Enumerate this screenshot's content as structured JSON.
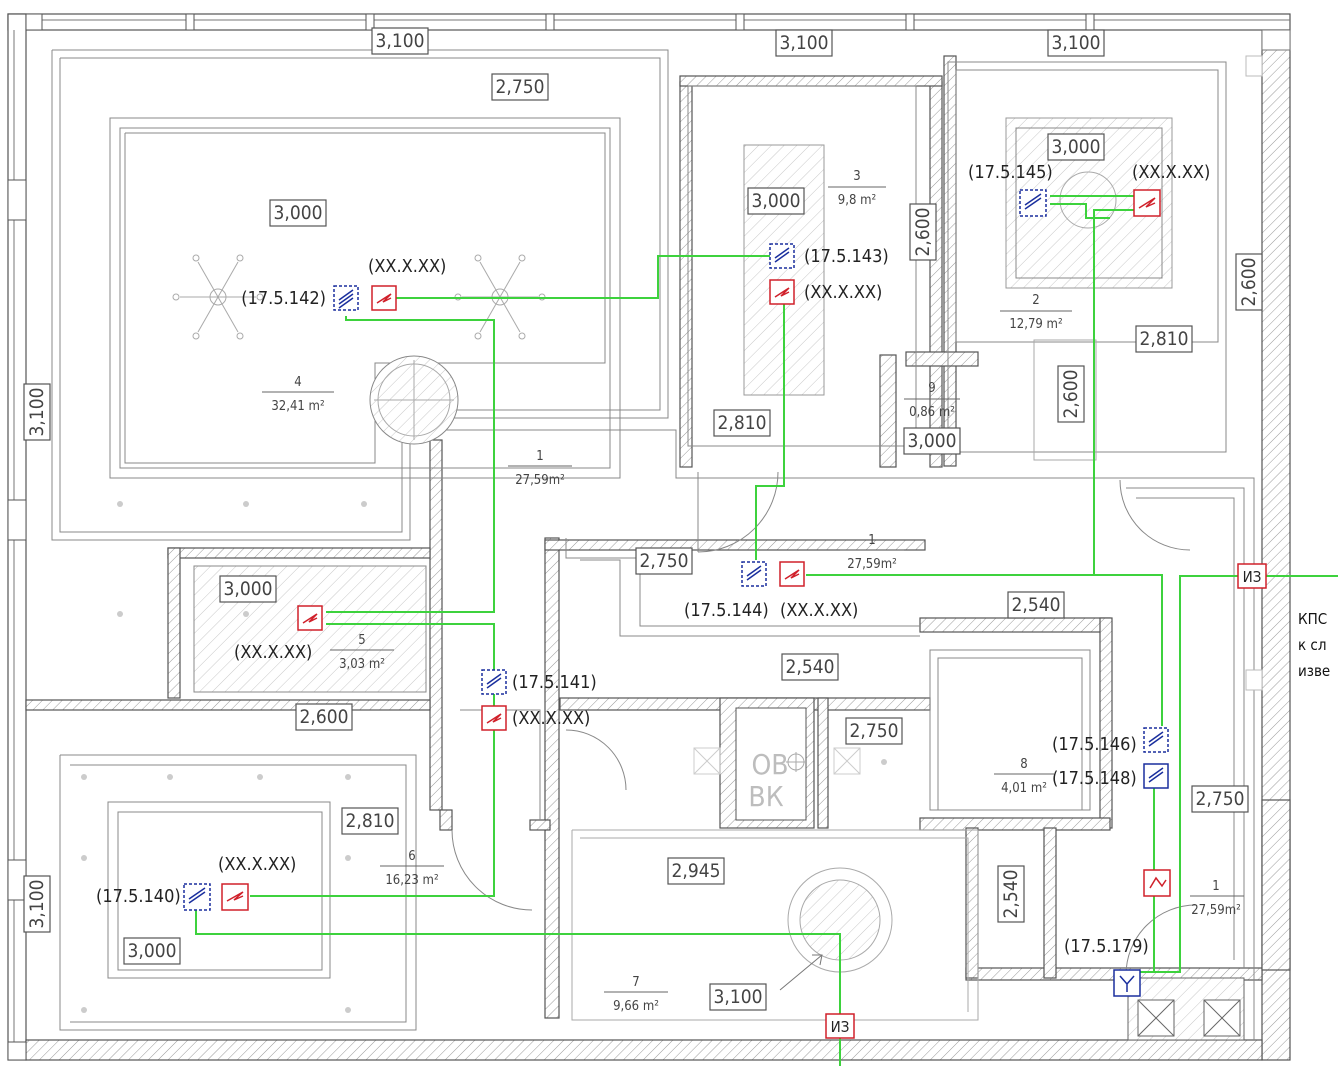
{
  "colors": {
    "wire": "#3dd23d",
    "switch": "#d0202a",
    "lamp": "#1a2f9e",
    "line": "#555555",
    "hatch": "#9a9a9a"
  },
  "heights": [
    "3,100",
    "3,100",
    "3,100",
    "2,750",
    "3,000",
    "3,000",
    "2,600",
    "2,600",
    "3,000",
    "2,810",
    "2,600",
    "2,810",
    "3,000",
    "2,750",
    "2,540",
    "2,540",
    "2,600",
    "2,750",
    "2,810",
    "2,945",
    "2,750",
    "3,100",
    "3,000",
    "2,540",
    "3,100",
    "3,100"
  ],
  "rooms": [
    {
      "no": "4",
      "area": "32,41 m²"
    },
    {
      "no": "3",
      "area": "9,8 m²"
    },
    {
      "no": "2",
      "area": "12,79 m²"
    },
    {
      "no": "9",
      "area": "0,86 m²"
    },
    {
      "no": "1",
      "area": "27,59m²"
    },
    {
      "no": "1",
      "area": "27,59m²"
    },
    {
      "no": "5",
      "area": "3,03 m²"
    },
    {
      "no": "8",
      "area": "4,01 m²"
    },
    {
      "no": "6",
      "area": "16,23 m²"
    },
    {
      "no": "1",
      "area": "27,59m²"
    },
    {
      "no": "7",
      "area": "9,66 m²"
    }
  ],
  "labels": [
    "(17.5.142)",
    "(XX.X.XX)",
    "(17.5.143)",
    "(XX.X.XX)",
    "(17.5.145)",
    "(XX.X.XX)",
    "(17.5.144)",
    "(XX.X.XX)",
    "(XX.X.XX)",
    "(17.5.141)",
    "(XX.X.XX)",
    "(17.5.146)",
    "(17.5.148)",
    "(XX.X.XX)",
    "(17.5.140)",
    "(17.5.179)"
  ],
  "boxes": [
    "ИЗ",
    "ИЗ"
  ],
  "shaft": {
    "line1": "ОВ",
    "line2": "ВК"
  },
  "note": {
    "line1": "КПС",
    "line2": "к сл",
    "line3": "изве"
  }
}
